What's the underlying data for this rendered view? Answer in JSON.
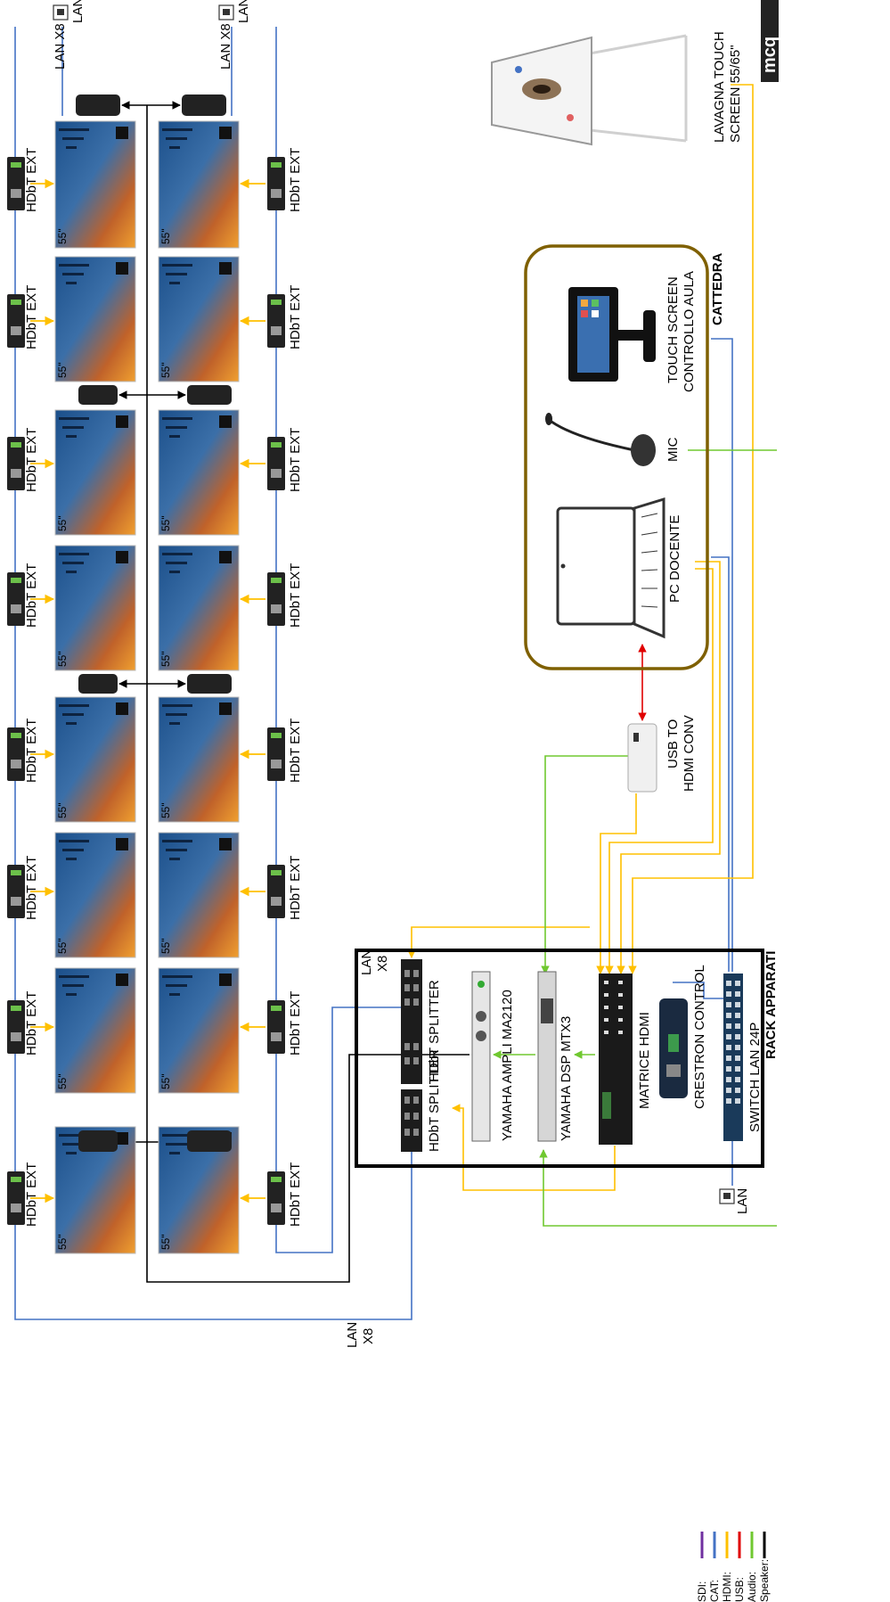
{
  "brand": "mcq",
  "labels": {
    "lan": "LAN",
    "lan_x8": "LAN X8",
    "lan_stack_1": "LAN",
    "lan_stack_2": "X8",
    "hdbt_ext": "HDbT EXT",
    "size_55": "55\"",
    "lavagna_1": "LAVAGNA TOUCH",
    "lavagna_2": "SCREEN 55/65\"",
    "cattedra": "CATTEDRA",
    "touch_1": "TOUCH SCREEN",
    "touch_2": "CONTROLLO AULA",
    "mic": "MIC",
    "pc": "PC DOCENTE",
    "usb_1": "USB TO",
    "usb_2": "HDMI CONV",
    "rack": "RACK APPARATI",
    "hdbt_splitter": "HDbT SPLITTER",
    "ampli": "YAMAHA AMPLI MA2120",
    "dsp": "YAMAHA DSP MTX3",
    "matrice": "MATRICE HDMI",
    "crestron": "CRESTRON CONTROL",
    "switch": "SWITCH LAN 24P"
  },
  "legend": {
    "items": [
      {
        "label": "SDI:",
        "color": "#7030a0"
      },
      {
        "label": "CAT:",
        "color": "#4472c4"
      },
      {
        "label": "HDMI:",
        "color": "#ffc000"
      },
      {
        "label": "USB:",
        "color": "#e00000"
      },
      {
        "label": "Audio:",
        "color": "#70c830"
      },
      {
        "label": "Speaker:",
        "color": "#000000"
      }
    ]
  },
  "colors": {
    "cat": "#4472c4",
    "hdmi": "#ffc000",
    "usb": "#e00000",
    "audio": "#70c830",
    "speaker": "#000000",
    "cattedra_border": "#7f6000"
  }
}
